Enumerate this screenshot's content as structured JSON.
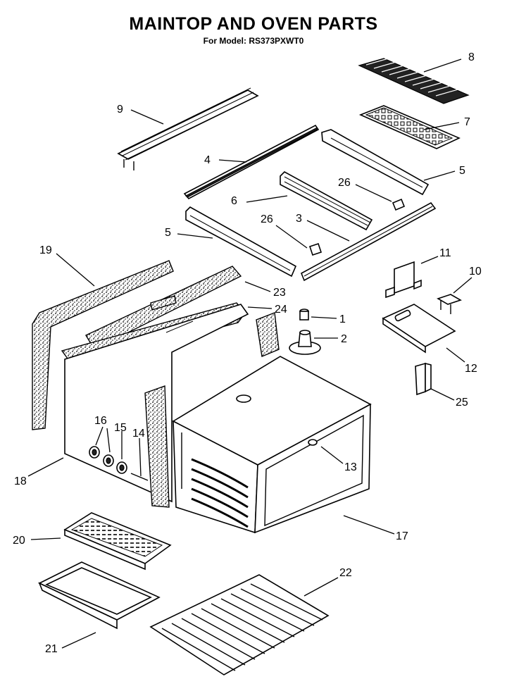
{
  "title": "MAINTOP AND OVEN PARTS",
  "subtitle": "For Model: RS373PXWT0",
  "callouts": {
    "c1": "1",
    "c2": "2",
    "c3": "3",
    "c4": "4",
    "c5a": "5",
    "c5b": "5",
    "c6": "6",
    "c7": "7",
    "c8": "8",
    "c9": "9",
    "c10": "10",
    "c11": "11",
    "c12": "12",
    "c13": "13",
    "c14": "14",
    "c15": "15",
    "c16": "16",
    "c17": "17",
    "c18": "18",
    "c19": "19",
    "c20": "20",
    "c21": "21",
    "c22": "22",
    "c23": "23",
    "c24": "24",
    "c25": "25",
    "c26a": "26",
    "c26b": "26"
  }
}
